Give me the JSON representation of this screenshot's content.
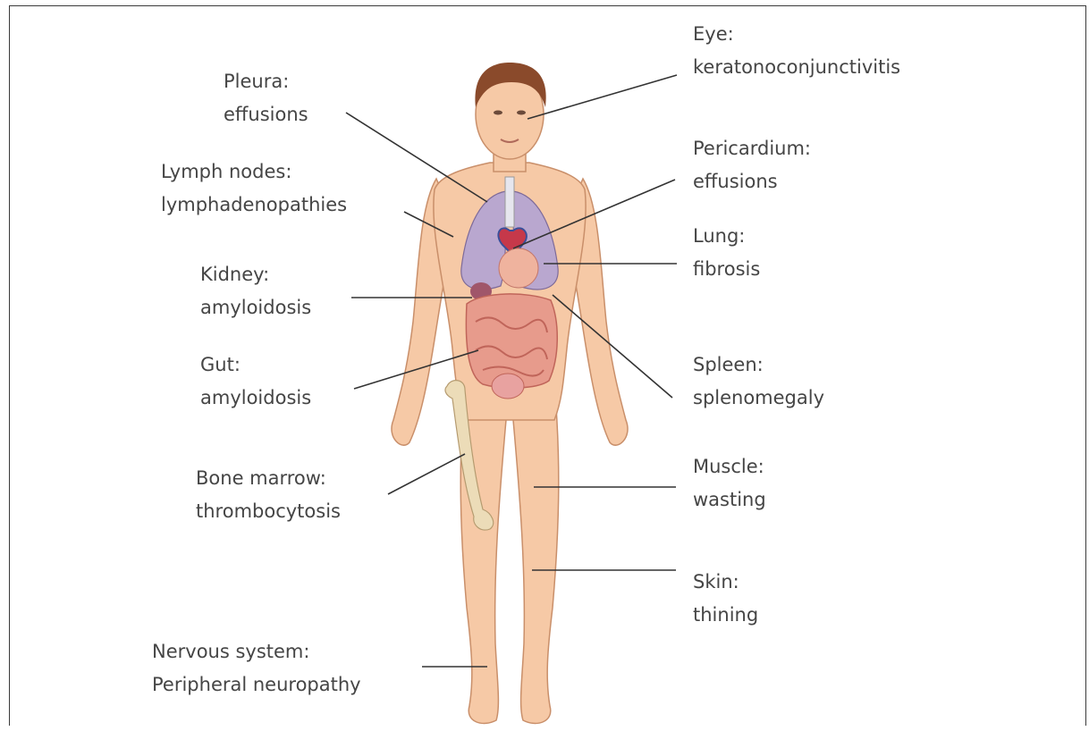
{
  "labels": {
    "eye": {
      "title": "Eye:",
      "detail": "keratonoconjunctivitis"
    },
    "pleura": {
      "title": "Pleura:",
      "detail": "effusions"
    },
    "pericardium": {
      "title": "Pericardium:",
      "detail": "effusions"
    },
    "lymph": {
      "title": "Lymph nodes:",
      "detail": "lymphadenopathies"
    },
    "lung": {
      "title": "Lung:",
      "detail": "fibrosis"
    },
    "kidney": {
      "title": "Kidney:",
      "detail": "amyloidosis"
    },
    "gut": {
      "title": "Gut:",
      "detail": "amyloidosis"
    },
    "spleen": {
      "title": "Spleen:",
      "detail": "splenomegaly"
    },
    "bone": {
      "title": "Bone marrow:",
      "detail": "thrombocytosis"
    },
    "muscle": {
      "title": "Muscle:",
      "detail": "wasting"
    },
    "skin": {
      "title": "Skin:",
      "detail": "thining"
    },
    "nervous": {
      "title": "Nervous system:",
      "detail": "Peripheral neuropathy"
    }
  },
  "colors": {
    "skin": "#f6c9a6",
    "skin_outline": "#c98f6a",
    "hair": "#8a4a2b",
    "lung": "#b9a7cf",
    "intestine": "#e79b8c",
    "bone": "#ecdcb8",
    "leader_line": "#333333",
    "text": "#454545"
  }
}
